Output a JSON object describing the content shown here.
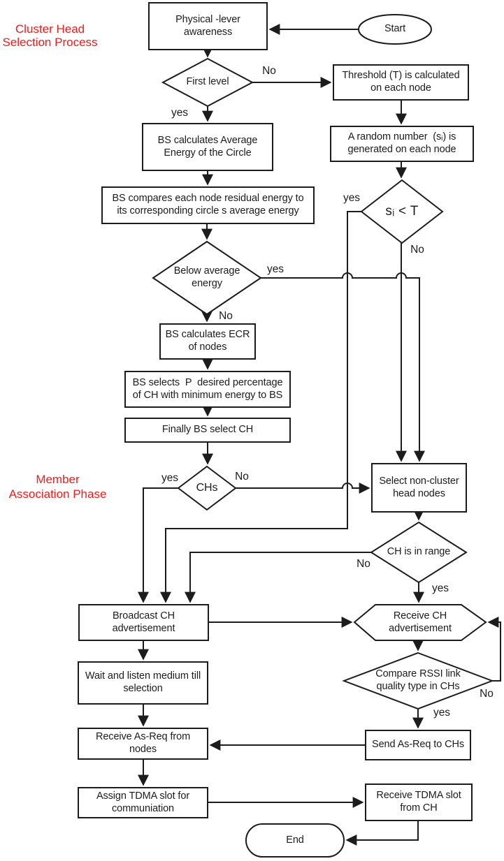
{
  "phase_labels": {
    "cluster_head": "Cluster Head\nSelection Process",
    "member_association": "Member\nAssociation Phase"
  },
  "nodes": {
    "start": "Start",
    "physical": "Physical -lever\nawareness",
    "first_level": "First level",
    "threshold": "Threshold (T) is calculated\non each node",
    "random_number": "A random number  (sᵢ) is\ngenerated on each node",
    "bs_calc_avg": "BS calculates Average\nEnergy of the Circle",
    "si_check": "sᵢ < T",
    "bs_compares": "BS compares each node residual energy to\nits corresponding circle s average energy",
    "below_avg": "Below average\nenergy",
    "bs_ecr": "BS calculates ECR\nof nodes",
    "bs_selects": "BS selects  P  desired percentage\nof CH with minimum energy to BS",
    "finally_select": "Finally BS select CH",
    "chs": "CHs",
    "select_non_cluster": "Select non-cluster\nhead nodes",
    "ch_in_range": "CH is in range",
    "broadcast": "Broadcast CH\nadvertisement",
    "receive_ch": "Receive CH\nadvertisement",
    "wait_listen": "Wait and listen medium till\nselection",
    "compare_rssi": "Compare RSSI link\nquality type in CHs",
    "receive_asreq": "Receive As-Req from\nnodes",
    "send_asreq": "Send As-Req to CHs",
    "assign_tdma": "Assign TDMA slot for\ncommuniation",
    "receive_tdma": "Receive TDMA slot\nfrom CH",
    "end": "End"
  },
  "edge_labels": {
    "first_level_no": "No",
    "first_level_yes": "yes",
    "si_yes": "yes",
    "si_no": "No",
    "below_yes": "yes",
    "below_no": "No",
    "chs_yes": "yes",
    "chs_no": "No",
    "range_no": "No",
    "range_yes": "yes",
    "rssi_no": "No",
    "rssi_yes": "yes"
  },
  "colors": {
    "line": "#1c1c1c",
    "phase_label_red": "#ee1c1c",
    "background": "#ffffff",
    "node_fill": "#ffffff"
  }
}
